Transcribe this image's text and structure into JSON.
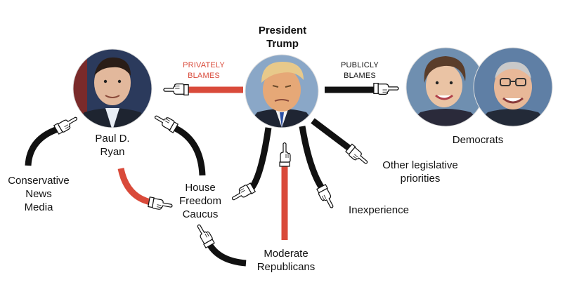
{
  "colors": {
    "accent_red": "#d94a3a",
    "line_black": "#111111",
    "skin": "#e2b89c",
    "suit_dark": "#1e2430",
    "white": "#ffffff"
  },
  "nodes": {
    "trump": {
      "label": "President\nTrump"
    },
    "ryan": {
      "label": "Paul D.\nRyan"
    },
    "democrats": {
      "label": "Democrats"
    },
    "conservative_media": {
      "label": "Conservative\nNews\nMedia"
    },
    "freedom_caucus": {
      "label": "House\nFreedom\nCaucus"
    },
    "moderate_republicans": {
      "label": "Moderate\nRepublicans"
    },
    "other_priorities": {
      "label": "Other legislative\npriorities"
    },
    "inexperience": {
      "label": "Inexperience"
    }
  },
  "edges": {
    "privately_blames": {
      "label": "PRIVATELY\nBLAMES"
    },
    "publicly_blames": {
      "label": "PUBLICLY\nBLAMES"
    }
  }
}
